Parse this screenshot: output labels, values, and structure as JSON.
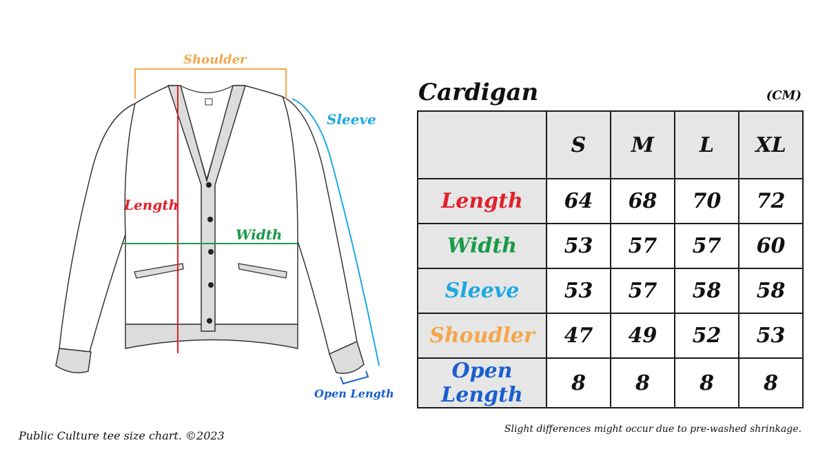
{
  "diagram": {
    "labels": {
      "shoulder": "Shoulder",
      "sleeve": "Sleeve",
      "length": "Length",
      "width": "Width",
      "open_length": "Open Length"
    },
    "colors": {
      "shoulder": "#f3a64a",
      "sleeve": "#1da8e0",
      "length": "#e0212b",
      "width": "#1a9a4a",
      "open_length": "#1a5fcf",
      "garment_fill": "#ffffff",
      "trim_fill": "#dcdcdc",
      "outline": "#333333"
    },
    "icons": [
      "cardigan-illustration"
    ]
  },
  "chart": {
    "title": "Cardigan",
    "unit": "(CM)",
    "columns": [
      "S",
      "M",
      "L",
      "XL"
    ],
    "rows": [
      {
        "label": "Length",
        "color": "#e0212b",
        "values": [
          "64",
          "68",
          "70",
          "72"
        ]
      },
      {
        "label": "Width",
        "color": "#1a9a4a",
        "values": [
          "53",
          "57",
          "57",
          "60"
        ]
      },
      {
        "label": "Sleeve",
        "color": "#1da8e0",
        "values": [
          "53",
          "57",
          "58",
          "58"
        ]
      },
      {
        "label": "Shoudler",
        "color": "#f3a64a",
        "values": [
          "47",
          "49",
          "52",
          "53"
        ]
      },
      {
        "label": "Open Length",
        "color": "#1a5fcf",
        "values": [
          "8",
          "8",
          "8",
          "8"
        ]
      }
    ]
  },
  "footer": {
    "left": "Public Culture tee size chart. ©2023",
    "right": "Slight differences might occur due to pre-washed shrinkage."
  }
}
